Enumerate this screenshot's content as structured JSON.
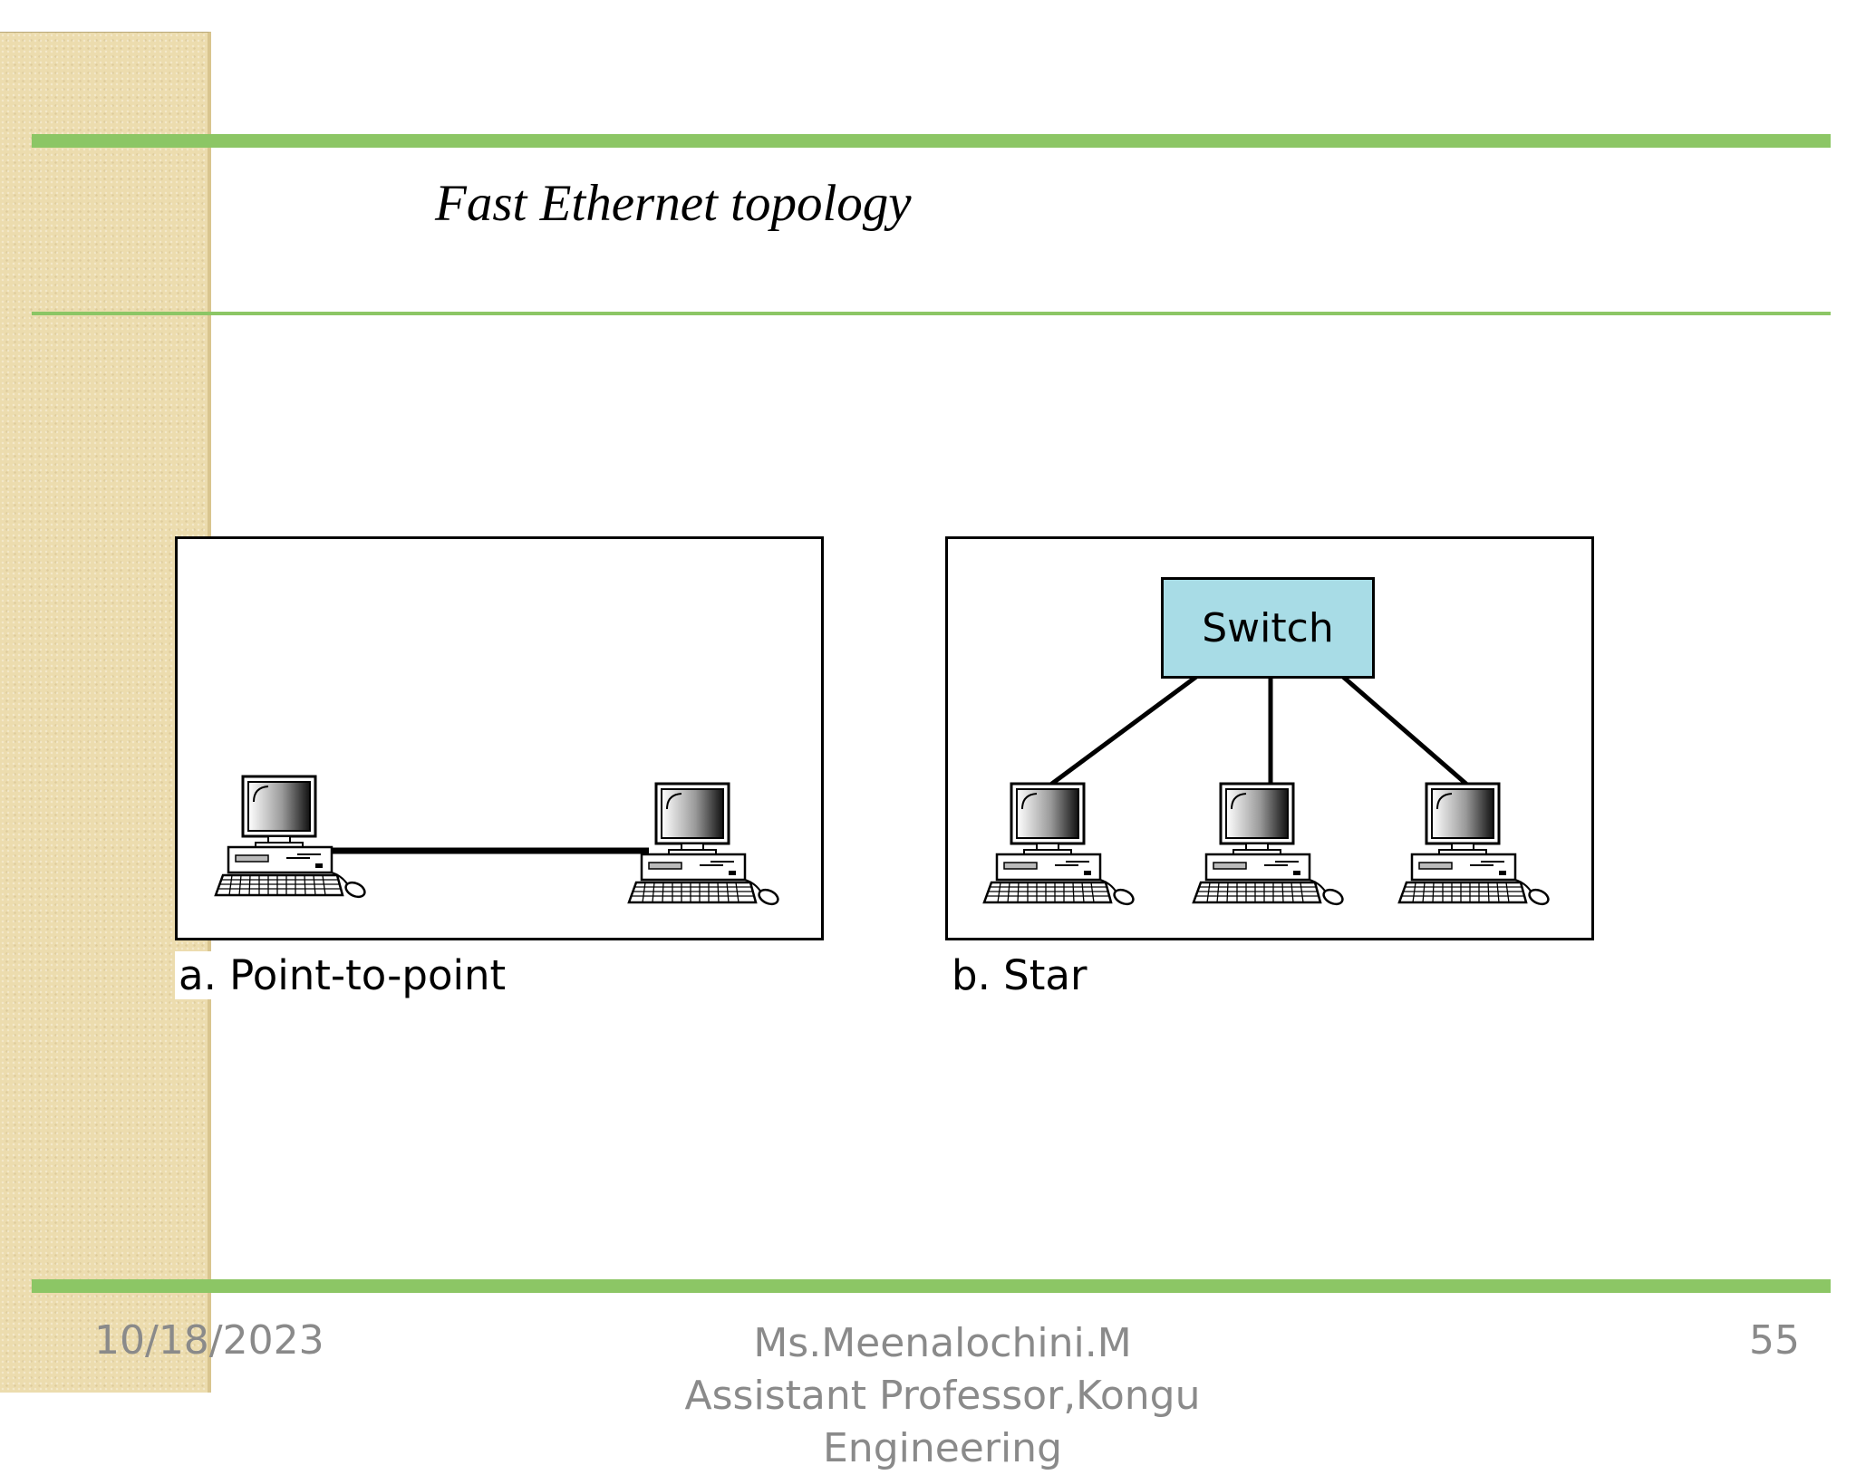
{
  "slide": {
    "title": "Fast Ethernet topology"
  },
  "diagram": {
    "point_to_point": {
      "caption": "a. Point-to-point",
      "nodes": [
        "computer",
        "computer"
      ]
    },
    "star": {
      "caption": "b. Star",
      "hub_label": "Switch",
      "nodes": [
        "computer",
        "computer",
        "computer"
      ]
    }
  },
  "footer": {
    "date": "10/18/2023",
    "author": "Ms.Meenalochini.M Assistant Professor,Kongu Engineering",
    "page_number": "55"
  },
  "colors": {
    "accent_green": "#8cc665",
    "side_band": "#ecdcae",
    "switch_fill": "#a8dce6",
    "footer_text": "#8a8a8a"
  },
  "icons": [
    "computer-icon"
  ]
}
